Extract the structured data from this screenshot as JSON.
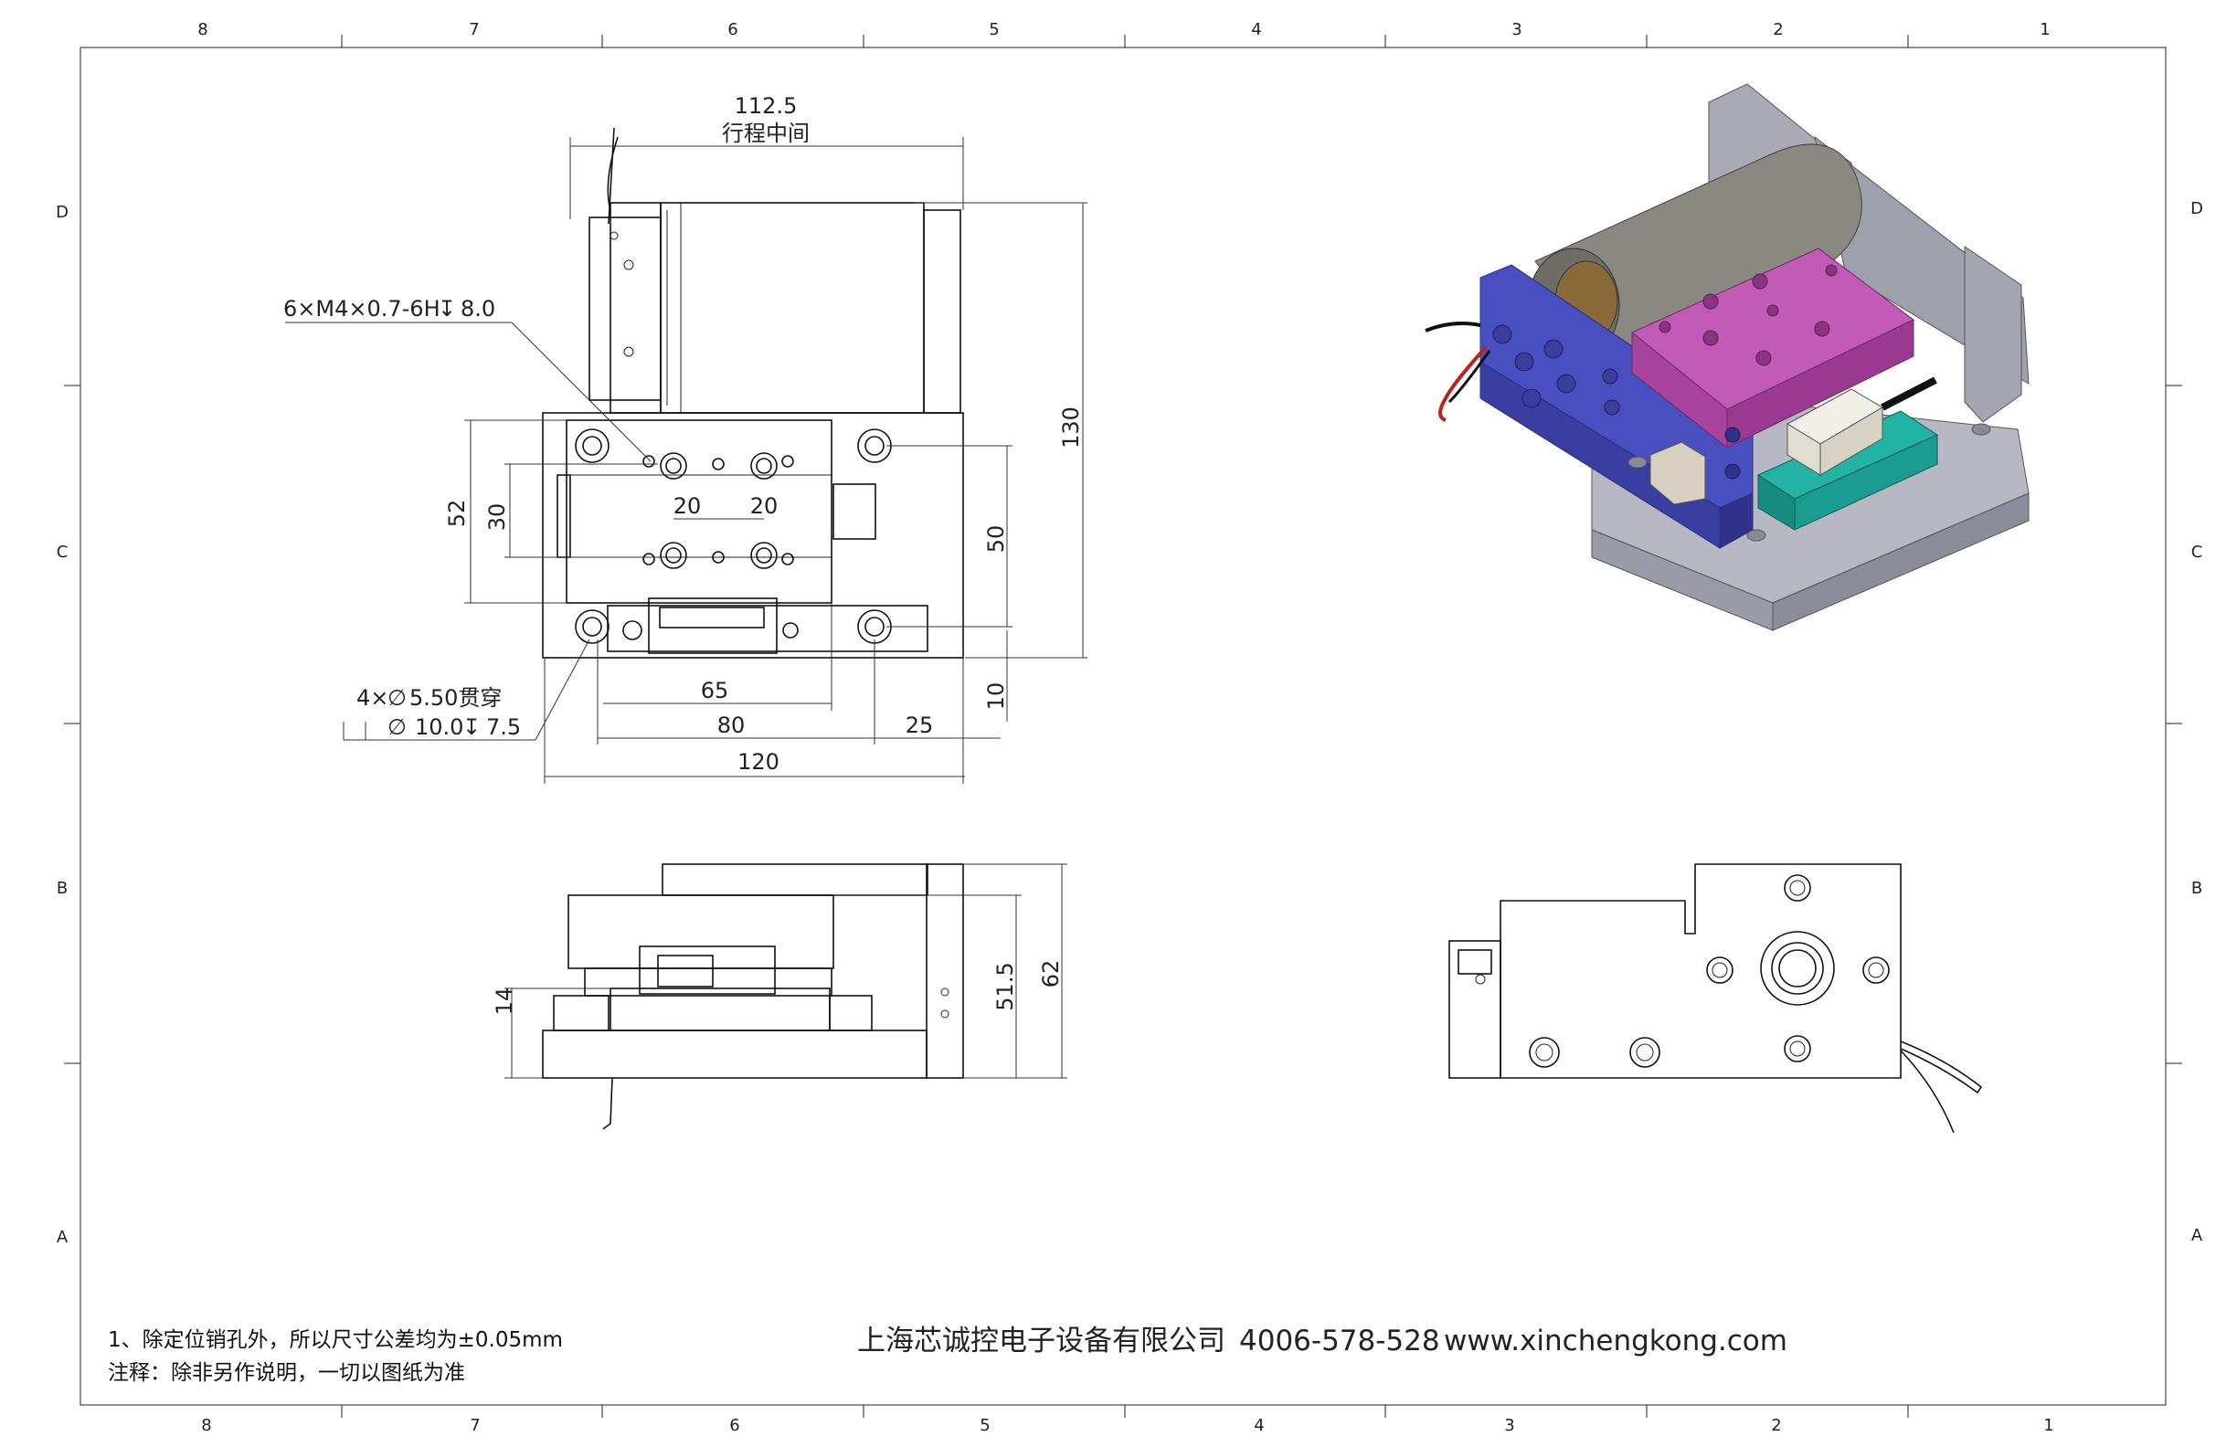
{
  "border": {
    "columns_top": [
      "8",
      "7",
      "6",
      "5",
      "4",
      "3",
      "2",
      "1"
    ],
    "columns_bottom": [
      "8",
      "7",
      "6",
      "5",
      "4",
      "3",
      "2",
      "1"
    ],
    "rows_left": [
      "D",
      "C",
      "B",
      "A"
    ],
    "rows_right": [
      "D",
      "C",
      "B",
      "A"
    ]
  },
  "top_view": {
    "travel_length": "112.5",
    "travel_label": "行程中间",
    "thread_callout": "6×M4×0.7-6H",
    "thread_depth": "8.0",
    "height_total": "130",
    "dim_52": "52",
    "dim_30": "30",
    "dim_20a": "20",
    "dim_20b": "20",
    "dim_50": "50",
    "dim_10": "10",
    "dim_65": "65",
    "dim_80": "80",
    "dim_25": "25",
    "dim_120": "120",
    "hole_count": "4×",
    "hole_dia": "5.50贯穿",
    "cbore_dia": "10.0",
    "cbore_depth": "7.5"
  },
  "side_view": {
    "dim_14": "14",
    "dim_51_5": "51.5",
    "dim_62": "62"
  },
  "notes": {
    "line1": "1、除定位销孔外，所以尺寸公差均为±0.05mm",
    "line2": "注释：除非另作说明，一切以图纸为准"
  },
  "company": {
    "name": "上海芯诚控电子设备有限公司",
    "phone": "4006-578-528",
    "website": "www.xinchengkong.com"
  },
  "colors": {
    "carriage_top": "#b04aa8",
    "motor_flange": "#4a4fc0",
    "base_gray": "#a9aab6",
    "motor_body": "#8a8880",
    "sensor_mount": "#1fa598"
  }
}
